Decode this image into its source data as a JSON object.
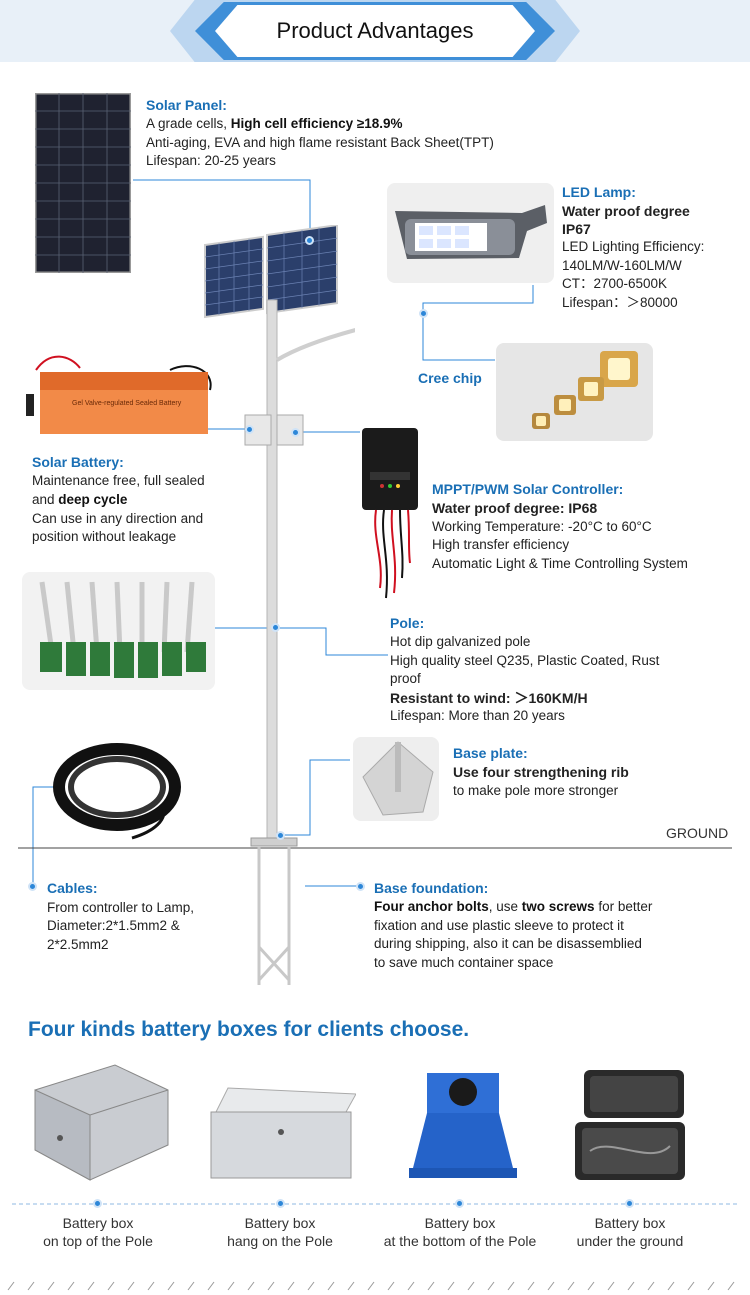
{
  "header": {
    "title": "Product Advantages"
  },
  "solar_panel": {
    "label": "Solar Panel:",
    "line1_a": "A grade cells, ",
    "line1_b": "High cell efficiency ≥18.9%",
    "line2": "Anti-aging, EVA and high flame resistant Back Sheet(TPT)",
    "line3": "Lifespan: 20-25 years"
  },
  "led_lamp": {
    "label": "LED Lamp:",
    "line1": "Water proof degree",
    "line2": "IP67",
    "line3": "LED Lighting Efficiency:",
    "line4": "140LM/W-160LM/W",
    "line5": "CT：2700-6500K",
    "line6": "Lifespan：＞80000"
  },
  "cree": {
    "label": "Cree chip"
  },
  "battery": {
    "label": "Solar Battery:",
    "line1": "Maintenance free, full sealed",
    "line2_a": "and ",
    "line2_b": "deep cycle",
    "line3": "Can use in any direction and",
    "line4": "position without leakage",
    "case_text": "Gel Valve-regulated Sealed Battery"
  },
  "controller": {
    "label": "MPPT/PWM Solar Controller:",
    "line1": "Water proof degree: IP68",
    "line2": "Working Temperature: -20°C to 60°C",
    "line3": "High transfer efficiency",
    "line4": "Automatic Light & Time Controlling System"
  },
  "pole": {
    "label": "Pole:",
    "line1": "Hot dip galvanized pole",
    "line2": "High quality steel Q235, Plastic Coated, Rust",
    "line3": "proof",
    "line4": "Resistant to wind: ＞160KM/H",
    "line5": "Lifespan: More than 20 years"
  },
  "base_plate": {
    "label": "Base plate:",
    "line1": "Use four strengthening rib",
    "line2": "to make pole more stronger"
  },
  "ground": "GROUND",
  "cables": {
    "label": "Cables:",
    "line1": "From controller to Lamp,",
    "line2": "Diameter:2*1.5mm2 &",
    "line3": "2*2.5mm2"
  },
  "foundation": {
    "label": "Base foundation:",
    "line1_a": "Four anchor bolts",
    "line1_b": ", use ",
    "line1_c": "two screws",
    "line1_d": " for better",
    "line2": "fixation and use plastic sleeve to protect it",
    "line3": "during shipping, also it can be disassemblied",
    "line4": "to save much container space"
  },
  "battery_boxes": {
    "title": "Four kinds battery boxes for clients choose.",
    "items": [
      {
        "line1": "Battery box",
        "line2": "on top of the Pole"
      },
      {
        "line1": "Battery box",
        "line2": "hang on the Pole"
      },
      {
        "line1": "Battery box",
        "line2": "at the bottom of the Pole"
      },
      {
        "line1": "Battery box",
        "line2": "under the ground"
      }
    ]
  },
  "colors": {
    "accent": "#1a6fb5",
    "dot": "#2d87d8",
    "header_band": "#3f8fd8"
  }
}
